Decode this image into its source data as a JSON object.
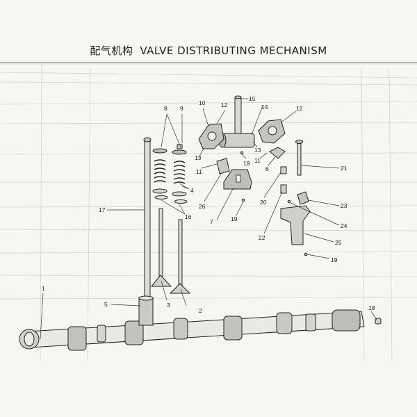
{
  "title": {
    "chinese": "配气机构",
    "english": "VALVE DISTRIBUTING MECHANISM"
  },
  "callouts": [
    {
      "num": "1",
      "part": "camshaft"
    },
    {
      "num": "2",
      "part": "exhaust-valve"
    },
    {
      "num": "3",
      "part": "intake-valve"
    },
    {
      "num": "4",
      "part": "valve-spring-seat"
    },
    {
      "num": "5",
      "part": "tappet"
    },
    {
      "num": "6",
      "part": "rocker-arm-pad"
    },
    {
      "num": "7",
      "part": "rocker-support"
    },
    {
      "num": "8",
      "part": "valve-spring-retainer"
    },
    {
      "num": "9",
      "part": "valve-collet"
    },
    {
      "num": "10",
      "part": "rocker-arm"
    },
    {
      "num": "11",
      "part": "adjusting-nut"
    },
    {
      "num": "12",
      "part": "rocker-arm-right"
    },
    {
      "num": "13",
      "part": "spring-clip"
    },
    {
      "num": "14",
      "part": "rocker-shaft-bushing"
    },
    {
      "num": "15",
      "part": "rocker-shaft"
    },
    {
      "num": "16",
      "part": "valve-spring"
    },
    {
      "num": "17",
      "part": "push-rod"
    },
    {
      "num": "18",
      "part": "woodruff-key"
    },
    {
      "num": "19",
      "part": "plug"
    },
    {
      "num": "20",
      "part": "sleeve"
    },
    {
      "num": "21",
      "part": "bolt"
    },
    {
      "num": "22",
      "part": "pin"
    },
    {
      "num": "23",
      "part": "bracket-arm"
    },
    {
      "num": "24",
      "part": "pin-small"
    },
    {
      "num": "25",
      "part": "rocker-bracket"
    },
    {
      "num": "26",
      "part": "support-block"
    }
  ]
}
